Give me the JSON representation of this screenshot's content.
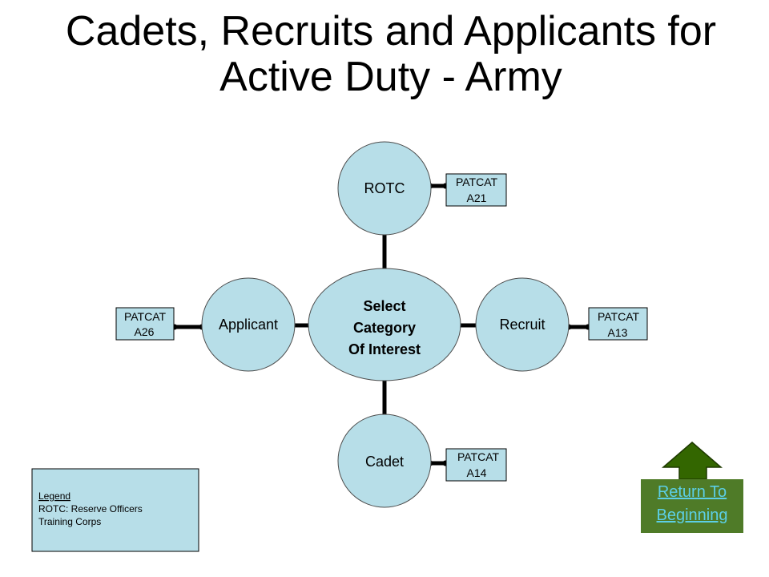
{
  "title": {
    "line1": "Cadets, Recruits and Applicants for",
    "line2": "Active Duty - Army"
  },
  "center": {
    "lines": [
      "Select",
      "Category",
      "Of Interest"
    ]
  },
  "categories": {
    "rotc": {
      "label": "ROTC",
      "patcat": [
        "PATCAT",
        "A21"
      ]
    },
    "recruit": {
      "label": "Recruit",
      "patcat": [
        "PATCAT",
        "A13"
      ]
    },
    "cadet": {
      "label": "Cadet",
      "patcat": [
        "PATCAT",
        "A14"
      ]
    },
    "applicant": {
      "label": "Applicant",
      "patcat": [
        "PATCAT",
        "A26"
      ]
    }
  },
  "legend": {
    "heading": "Legend",
    "lines": [
      "ROTC: Reserve Officers",
      "Training Corps"
    ]
  },
  "return_button": {
    "lines": [
      "Return To",
      "Beginning"
    ],
    "icon": "up-arrow-icon"
  },
  "colors": {
    "node_fill": "#b7dee8",
    "button_fill": "#4f7b28",
    "arrow_fill": "#336600",
    "link": "#5ccfe6"
  }
}
